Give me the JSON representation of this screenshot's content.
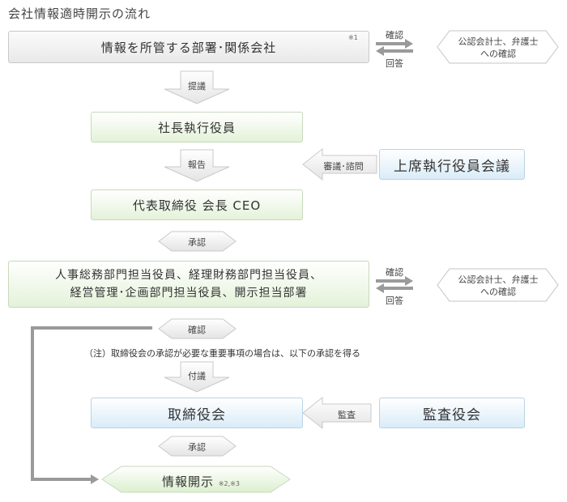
{
  "title": "会社情報適時開示の流れ",
  "boxes": {
    "dept": "情報を所管する部署･関係会社",
    "dept_note": "※1",
    "president": "社長執行役員",
    "exec_meeting": "上席執行役員会議",
    "ceo": "代表取締役 会長 CEO",
    "officers_line1": "人事総務部門担当役員、経理財務部門担当役員、",
    "officers_line2": "経営管理･企画部門担当役員、開示担当部署",
    "board": "取締役会",
    "audit_board": "監査役会",
    "disclosure": "情報開示",
    "disclosure_note": "※2,※3"
  },
  "audit_firm": {
    "line1": "公認会計士、弁護士",
    "line2": "への確認"
  },
  "arrows": {
    "confirm": "確認",
    "reply": "回答",
    "propose": "提議",
    "report": "報告",
    "deliberate": "審議･諮問",
    "approve": "承認",
    "check": "確認",
    "submit": "付議",
    "audit": "監査",
    "approve2": "承認"
  },
  "note": "（注）取締役会の承認が必要な重要事項の場合は、以下の承認を得る"
}
